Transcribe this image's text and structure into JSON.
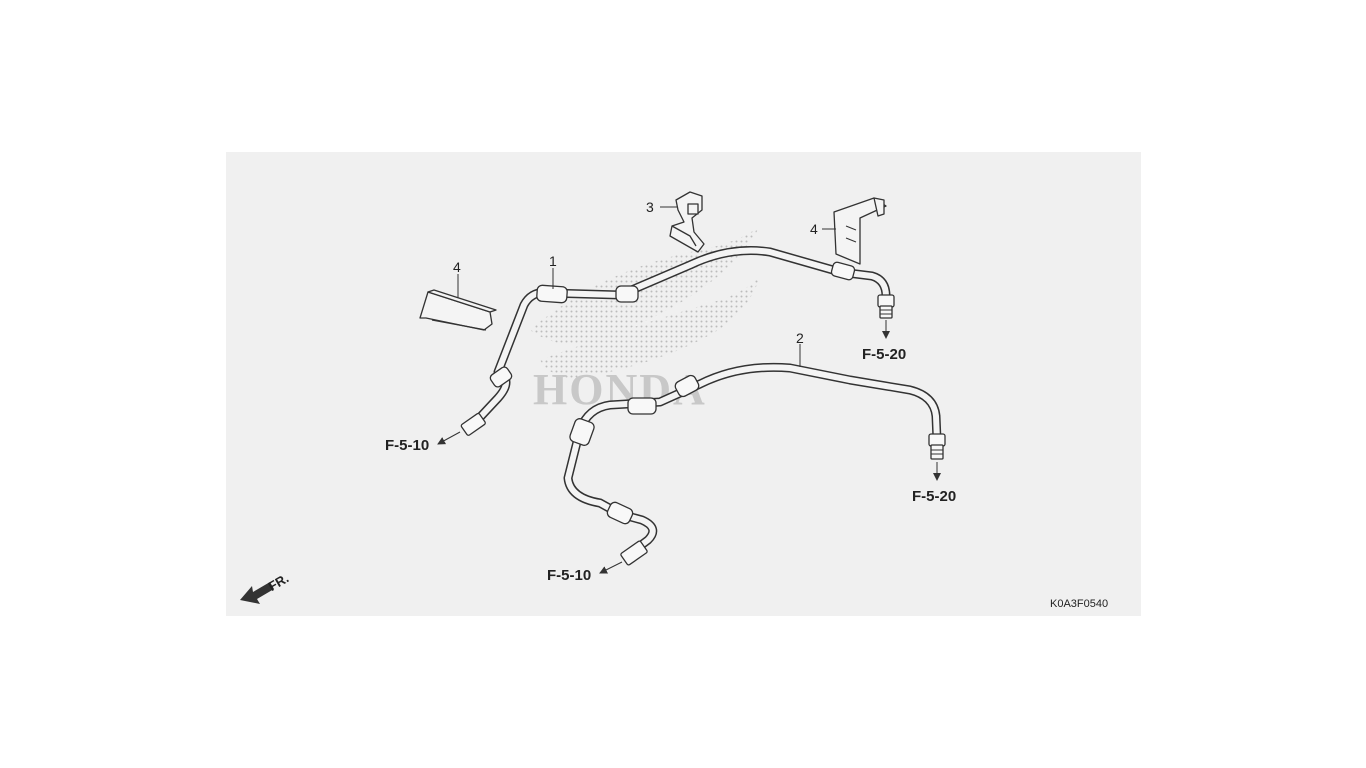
{
  "watermark": {
    "brand": "HONDA"
  },
  "callouts": {
    "hose_1": "1",
    "hose_2": "2",
    "clamp_3": "3",
    "clip_4_left": "4",
    "clip_4_right": "4"
  },
  "references": {
    "hose_1_front": "F-5-10",
    "hose_1_rear": "F-5-20",
    "hose_2_front": "F-5-10",
    "hose_2_rear": "F-5-20"
  },
  "direction": {
    "label": "FR."
  },
  "diagram_code": "K0A3F0540",
  "colors": {
    "panel": "#f0f0f0",
    "line": "#333333",
    "watermark": "#bdbdbd"
  }
}
